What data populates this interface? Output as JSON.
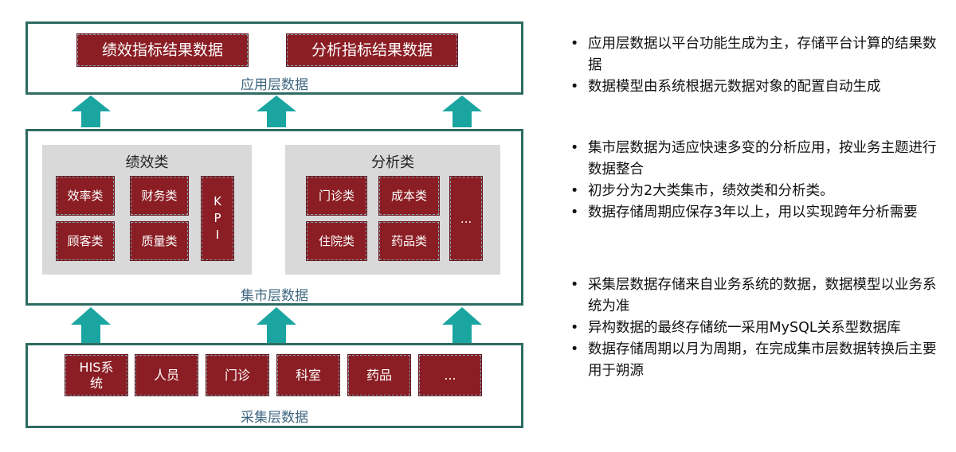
{
  "app_layer": {
    "label": "应用层数据",
    "items": [
      "绩效指标结果数据",
      "分析指标结果数据"
    ]
  },
  "mart_layer": {
    "label": "集市层数据",
    "performance": {
      "title": "绩效类",
      "items": [
        "效率类",
        "财务类",
        "顾客类",
        "质量类"
      ],
      "kpi": [
        "K",
        "P",
        "I"
      ]
    },
    "analysis": {
      "title": "分析类",
      "items": [
        "门诊类",
        "成本类",
        "住院类",
        "药品类"
      ],
      "more": "..."
    }
  },
  "collect_layer": {
    "label": "采集层数据",
    "items": [
      "HIS系统",
      "人员",
      "门诊",
      "科室",
      "药品",
      "..."
    ]
  },
  "colors": {
    "border": "#2e6b62",
    "box": "#8b1e24",
    "arrow": "#1aa5a0",
    "label": "#3f6680"
  },
  "notes": [
    [
      "应用层数据以平台功能生成为主，存储平台计算的结果数据",
      "数据模型由系统根据元数据对象的配置自动生成"
    ],
    [
      "集市层数据为适应快速多变的分析应用，按业务主题进行数据整合",
      "初步分为2大类集市，绩效类和分析类。",
      "数据存储周期应保存3年以上，用以实现跨年分析需要"
    ],
    [
      "采集层数据存储来自业务系统的数据，数据模型以业务系统为准",
      "异构数据的最终存储统一采用MySQL关系型数据库",
      "数据存储周期以月为周期，在完成集市层数据转换后主要用于朔源"
    ]
  ]
}
